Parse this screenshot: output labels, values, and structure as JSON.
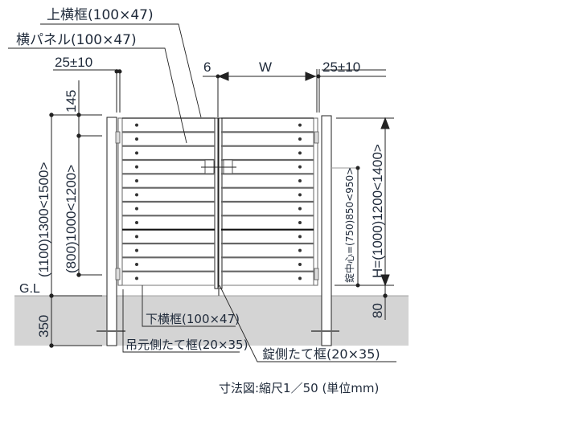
{
  "labels": {
    "top_frame": "上横框(100×47)",
    "horizontal_panel": "横パネル(100×47)",
    "post_gap_left": "25±10",
    "gap_6": "6",
    "width_w": "W",
    "post_gap_right": "25±10",
    "bottom_frame": "下横框(100×47)",
    "hinge_side_frame": "吊元側たて框(20×35)",
    "lock_side_frame": "錠側たて框(20×35)",
    "ground_line": "G.L"
  },
  "dimensions": {
    "top_offset": "145",
    "post_height": "(1100)1300<1500>",
    "gate_height": "(800)1000<1200>",
    "embed_depth": "350",
    "lock_center": "錠中心=(750)850<950>",
    "total_height": "H=(1000)1200<1400>",
    "ground_clearance": "80"
  },
  "caption": "寸法図:縮尺1／50 (単位mm)",
  "gate": {
    "panel_count": 12
  },
  "colors": {
    "ink": "#1f2a3a",
    "ground": "#d4d4d4",
    "panel_line": "#555555"
  }
}
